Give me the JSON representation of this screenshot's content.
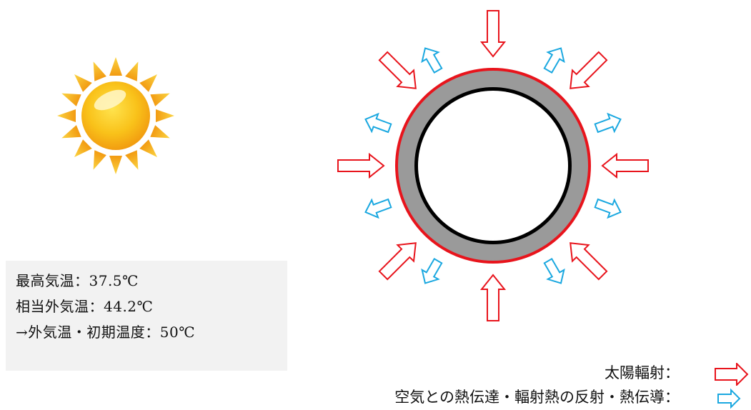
{
  "conditions": {
    "lines": [
      "最高気温：37.5℃",
      "相当外気温：44.2℃",
      "→外気温・初期温度：50℃"
    ]
  },
  "legend": {
    "solar_label": "太陽輻射：",
    "air_label": "空気との熱伝達・輻射熱の反射・熱伝導："
  },
  "colors": {
    "solar_arrow": "#e8141c",
    "air_arrow": "#1ba8e0",
    "pipe_outer": "#e8141c",
    "pipe_wall": "#9a9a9a",
    "pipe_inner": "#000000",
    "sun_body": "#f7b718",
    "sun_rays": "#f6a91a"
  },
  "icons": {
    "sun": "sun-icon",
    "solar_arrow": "hollow-arrow-red",
    "air_arrow": "hollow-arrow-blue"
  }
}
